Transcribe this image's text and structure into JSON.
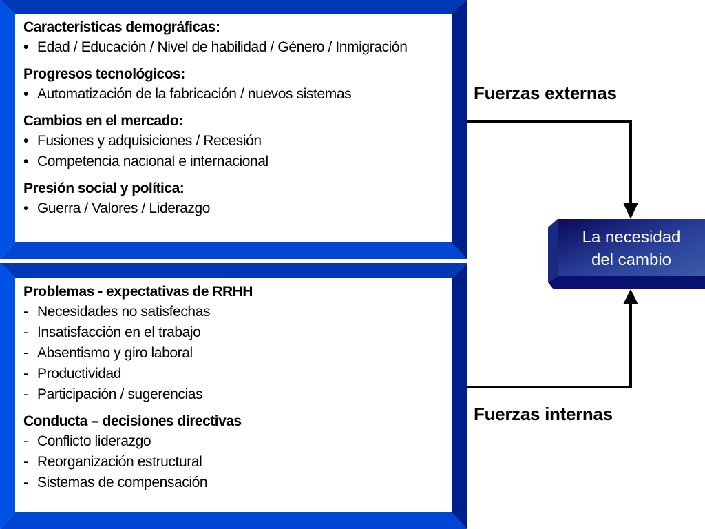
{
  "external_box": {
    "sections": [
      {
        "heading": "Características demográficas:",
        "items": [
          "Edad / Educación / Nivel de habilidad / Género / Inmigración"
        ]
      },
      {
        "heading": "Progresos tecnológicos:",
        "items": [
          "Automatización de la fabricación / nuevos sistemas"
        ]
      },
      {
        "heading": "Cambios en el mercado:",
        "items": [
          "Fusiones y adquisiciones / Recesión",
          "Competencia nacional e internacional"
        ]
      },
      {
        "heading": "Presión social y política:",
        "items": [
          "Guerra / Valores / Liderazgo"
        ]
      }
    ],
    "bullet": "•"
  },
  "internal_box": {
    "sections": [
      {
        "heading": "Problemas - expectativas de RRHH",
        "items": [
          "Necesidades no satisfechas",
          "Insatisfacción en el trabajo",
          "Absentismo y giro laboral",
          "Productividad",
          "Participación / sugerencias"
        ]
      },
      {
        "heading": "Conducta – decisiones directivas",
        "items": [
          "Conflicto liderazgo",
          "Reorganización estructural",
          "Sistemas de compensación"
        ]
      }
    ],
    "bullet": "-"
  },
  "labels": {
    "external": "Fuerzas externas",
    "internal": "Fuerzas internas"
  },
  "need": {
    "line1": "La necesidad",
    "line2": "del cambio"
  },
  "colors": {
    "frame_blue": "#0046d5",
    "frame_dark": "#001e8c",
    "need_dark": "#0a0a5a",
    "need_light": "#3a5aa8"
  }
}
